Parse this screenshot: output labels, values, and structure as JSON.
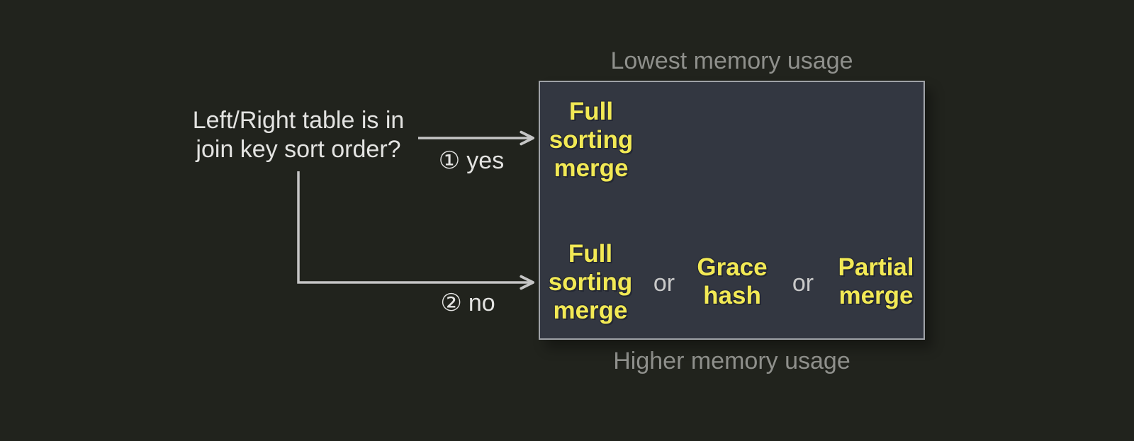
{
  "colors": {
    "background": "#21231d",
    "box_fill": "#333741",
    "box_border": "#9fa2a7",
    "algorithm_yellow": "#f2e955",
    "outline_dark": "#232733",
    "memory_label_gray": "#8f908c",
    "text_light": "#e3e3e1",
    "or_gray": "#c9c9c9",
    "connector_gray": "#c5c5c5"
  },
  "question": {
    "text": "Left/Right table is in\njoin key sort order?"
  },
  "branches": {
    "yes": {
      "number": "①",
      "label": "yes"
    },
    "no": {
      "number": "②",
      "label": "no"
    }
  },
  "memory_labels": {
    "top": "Lowest memory usage",
    "bottom": "Higher memory usage"
  },
  "algorithm_box": {
    "sorted_case": {
      "algorithm": "Full\nsorting\nmerge"
    },
    "unsorted_case": {
      "algorithm_1": "Full\nsorting\nmerge",
      "or_1": "or",
      "algorithm_2": "Grace\nhash",
      "or_2": "or",
      "algorithm_3": "Partial\nmerge"
    }
  }
}
